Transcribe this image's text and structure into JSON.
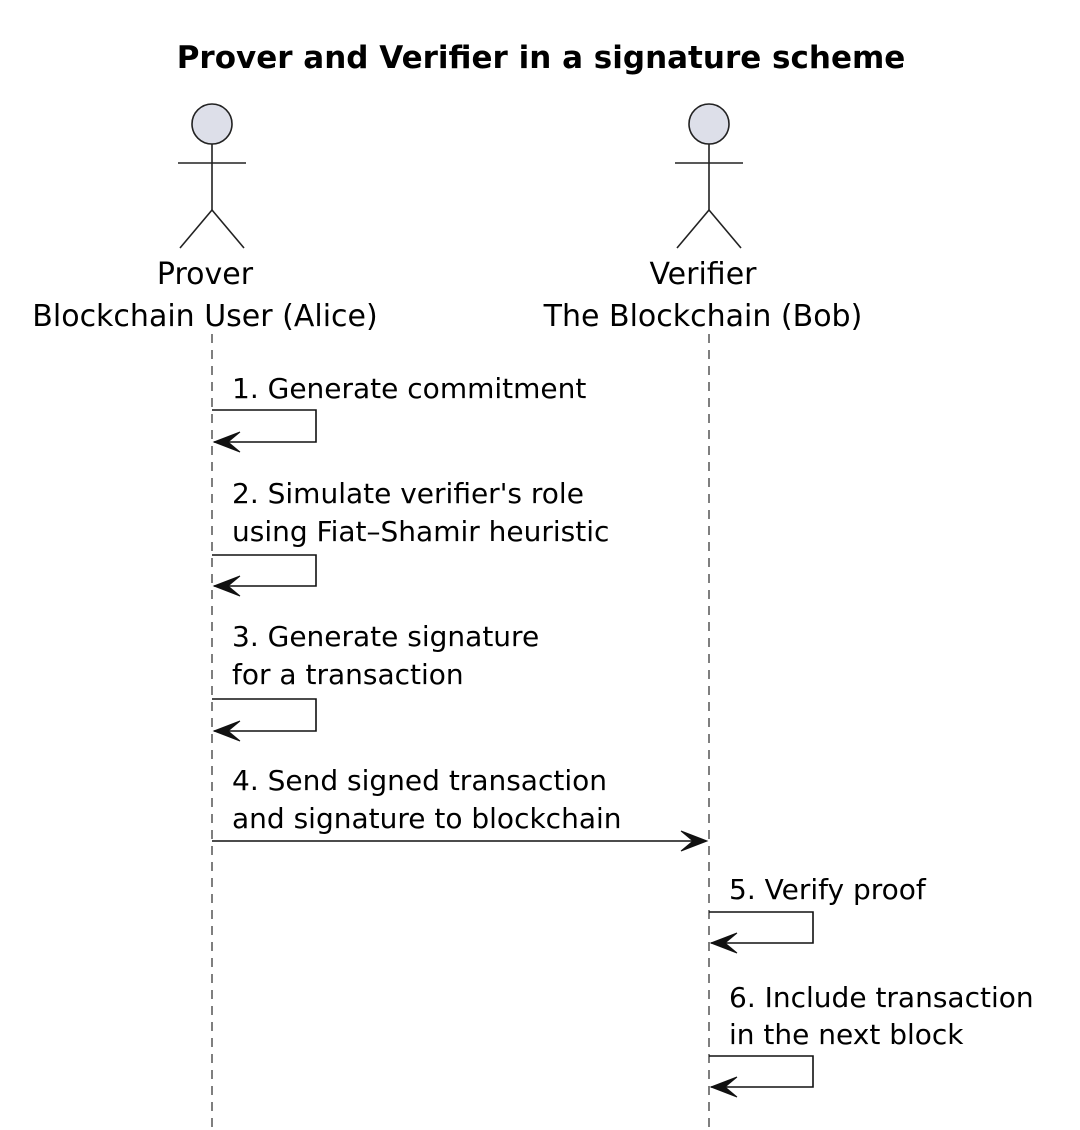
{
  "title": "Prover and Verifier in a signature scheme",
  "participants": [
    {
      "role": "Prover",
      "name": "Blockchain User (Alice)"
    },
    {
      "role": "Verifier",
      "name": "The Blockchain (Bob)"
    }
  ],
  "messages": [
    {
      "from": "Prover",
      "to": "Prover",
      "lines": [
        "1. Generate commitment"
      ]
    },
    {
      "from": "Prover",
      "to": "Prover",
      "lines": [
        "2. Simulate verifier's role",
        "using Fiat–Shamir heuristic"
      ]
    },
    {
      "from": "Prover",
      "to": "Prover",
      "lines": [
        "3. Generate signature",
        "for a transaction"
      ]
    },
    {
      "from": "Prover",
      "to": "Verifier",
      "lines": [
        "4. Send signed transaction",
        "and signature to blockchain"
      ]
    },
    {
      "from": "Verifier",
      "to": "Verifier",
      "lines": [
        "5. Verify proof"
      ]
    },
    {
      "from": "Verifier",
      "to": "Verifier",
      "lines": [
        "6. Include transaction",
        "in the next block"
      ]
    }
  ]
}
